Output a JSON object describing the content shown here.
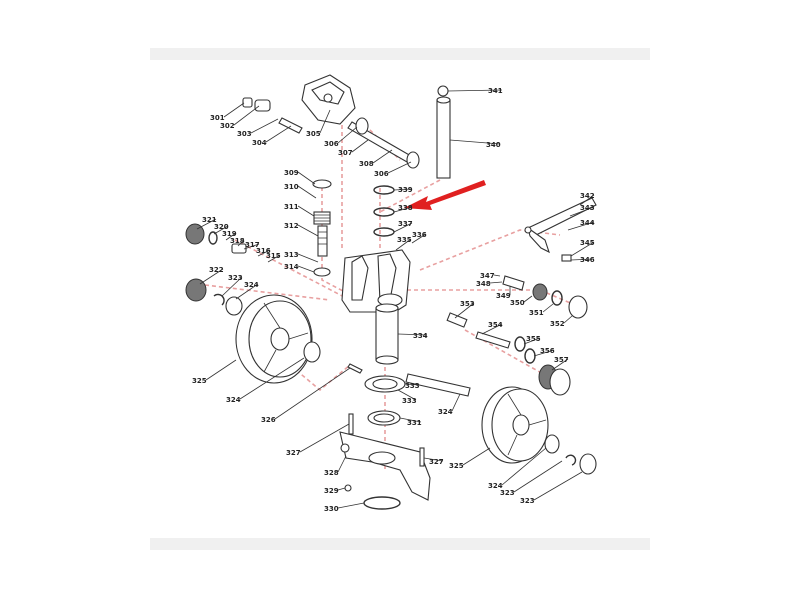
{
  "diagram": {
    "arrow_color": "#e02020",
    "assembly_line_color": "#e8a0a0",
    "callouts": [
      {
        "id": "p301",
        "text": "301"
      },
      {
        "id": "p302",
        "text": "302"
      },
      {
        "id": "p303",
        "text": "303"
      },
      {
        "id": "p304",
        "text": "304"
      },
      {
        "id": "p305",
        "text": "305"
      },
      {
        "id": "p306a",
        "text": "306"
      },
      {
        "id": "p307",
        "text": "307"
      },
      {
        "id": "p308",
        "text": "308"
      },
      {
        "id": "p306b",
        "text": "306"
      },
      {
        "id": "p341",
        "text": "341"
      },
      {
        "id": "p340",
        "text": "340"
      },
      {
        "id": "p309",
        "text": "309"
      },
      {
        "id": "p310",
        "text": "310"
      },
      {
        "id": "p311",
        "text": "311"
      },
      {
        "id": "p312",
        "text": "312"
      },
      {
        "id": "p313a",
        "text": "313"
      },
      {
        "id": "p314",
        "text": "314"
      },
      {
        "id": "p339",
        "text": "339"
      },
      {
        "id": "p338",
        "text": "338"
      },
      {
        "id": "p337",
        "text": "337"
      },
      {
        "id": "p335",
        "text": "335"
      },
      {
        "id": "p336",
        "text": "336"
      },
      {
        "id": "p342",
        "text": "342"
      },
      {
        "id": "p343",
        "text": "343"
      },
      {
        "id": "p344",
        "text": "344"
      },
      {
        "id": "p345",
        "text": "345"
      },
      {
        "id": "p346",
        "text": "346"
      },
      {
        "id": "p321",
        "text": "321"
      },
      {
        "id": "p320",
        "text": "320"
      },
      {
        "id": "p319",
        "text": "319"
      },
      {
        "id": "p318",
        "text": "318"
      },
      {
        "id": "p317",
        "text": "317"
      },
      {
        "id": "p316",
        "text": "316"
      },
      {
        "id": "p315",
        "text": "315"
      },
      {
        "id": "p322",
        "text": "322"
      },
      {
        "id": "p323a",
        "text": "323"
      },
      {
        "id": "p324a",
        "text": "324"
      },
      {
        "id": "p347",
        "text": "347"
      },
      {
        "id": "p348",
        "text": "348"
      },
      {
        "id": "p349",
        "text": "349"
      },
      {
        "id": "p350",
        "text": "350"
      },
      {
        "id": "p351",
        "text": "351"
      },
      {
        "id": "p352",
        "text": "352"
      },
      {
        "id": "p353",
        "text": "353"
      },
      {
        "id": "p354",
        "text": "354"
      },
      {
        "id": "p334",
        "text": "334"
      },
      {
        "id": "p355",
        "text": "355"
      },
      {
        "id": "p356",
        "text": "356"
      },
      {
        "id": "p357",
        "text": "357"
      },
      {
        "id": "p325a",
        "text": "325"
      },
      {
        "id": "p324b",
        "text": "324"
      },
      {
        "id": "p326",
        "text": "326"
      },
      {
        "id": "p333a",
        "text": "333"
      },
      {
        "id": "p333b",
        "text": "333"
      },
      {
        "id": "p324c",
        "text": "324"
      },
      {
        "id": "p331",
        "text": "331"
      },
      {
        "id": "p327a",
        "text": "327"
      },
      {
        "id": "p327b",
        "text": "327"
      },
      {
        "id": "p325b",
        "text": "325"
      },
      {
        "id": "p328",
        "text": "328"
      },
      {
        "id": "p329",
        "text": "329"
      },
      {
        "id": "p330",
        "text": "330"
      },
      {
        "id": "p324d",
        "text": "324"
      },
      {
        "id": "p323b",
        "text": "323"
      },
      {
        "id": "p323c",
        "text": "323"
      }
    ]
  }
}
